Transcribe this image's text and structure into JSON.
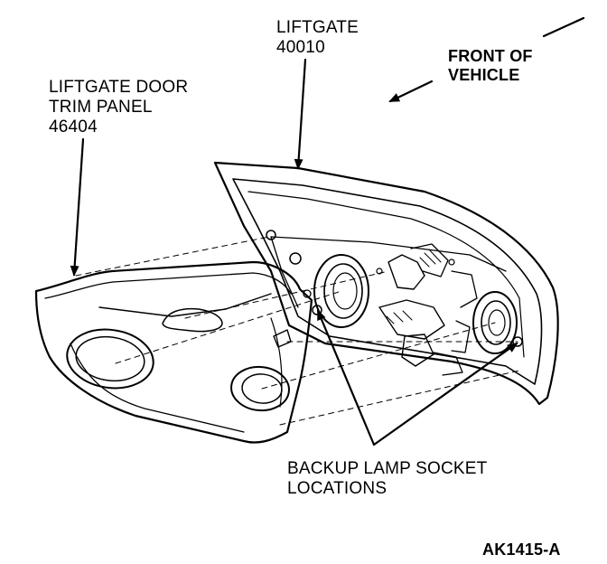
{
  "labels": {
    "liftgate_title": "LIFTGATE",
    "liftgate_part": "40010",
    "front_line1": "FRONT OF",
    "front_line2": "VEHICLE",
    "trim_line1": "LIFTGATE DOOR",
    "trim_line2": "TRIM PANEL",
    "trim_part": "46404",
    "backup_line1": "BACKUP LAMP SOCKET",
    "backup_line2": "LOCATIONS",
    "figure_code": "AK1415-A"
  },
  "colors": {
    "ink": "#000000",
    "paper": "#ffffff"
  }
}
